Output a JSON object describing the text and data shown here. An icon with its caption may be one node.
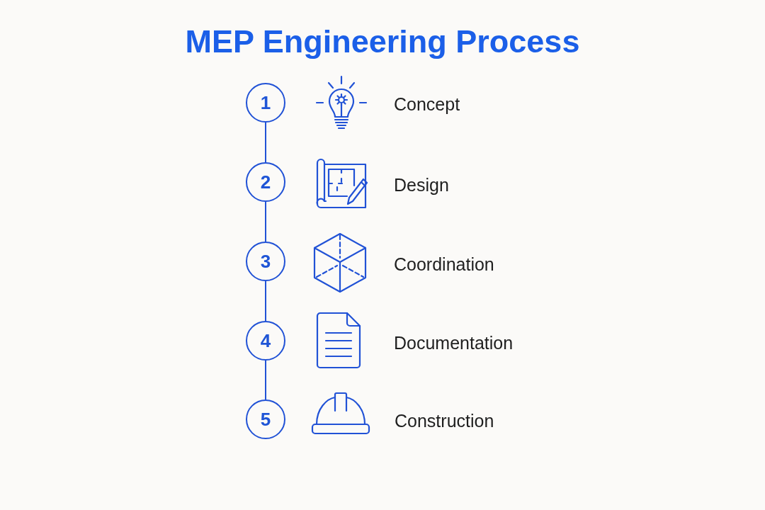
{
  "diagram": {
    "title": "MEP Engineering Process",
    "nodes": [
      {
        "text": [
          "1"
        ]
      },
      {
        "text": [
          "2"
        ]
      },
      {
        "text": [
          "3"
        ]
      },
      {
        "text": [
          "4"
        ]
      },
      {
        "text": [
          "5"
        ]
      }
    ],
    "edges": [
      {
        "from": 0,
        "to": 1,
        "arrow": "none"
      },
      {
        "from": 1,
        "to": 2,
        "arrow": "none"
      },
      {
        "from": 2,
        "to": 3,
        "arrow": "none"
      },
      {
        "from": 3,
        "to": 4,
        "arrow": "none"
      }
    ],
    "labels": [
      "Concept",
      "Design",
      "Coordination",
      "Documentation",
      "Construction"
    ]
  }
}
